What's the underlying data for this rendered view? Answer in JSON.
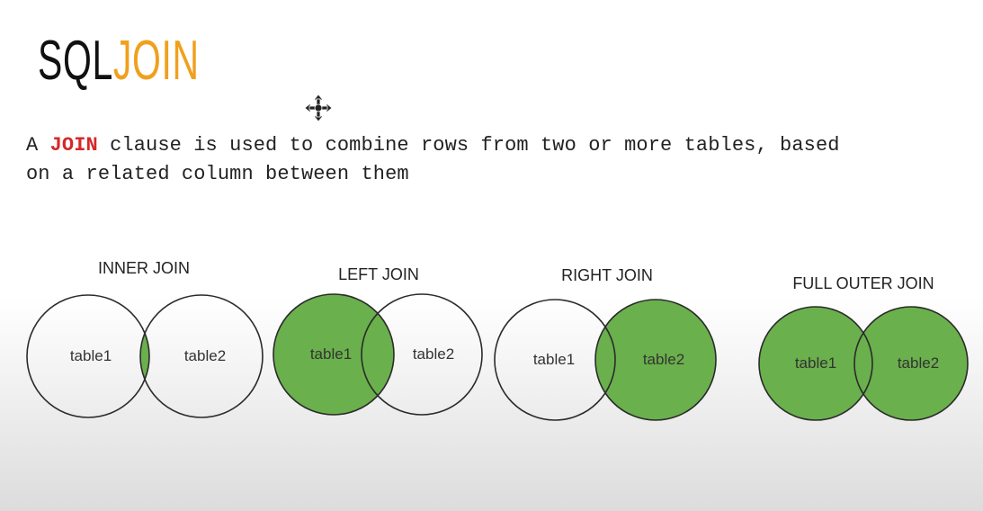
{
  "title": {
    "part1": "SQL",
    "part2": "JOIN"
  },
  "description": {
    "line1_prefix": "A ",
    "keyword": "JOIN",
    "line1_suffix": " clause is used to combine rows from two or more tables, based",
    "line2": "on a related column between them"
  },
  "diagrams": [
    {
      "label": "INNER JOIN",
      "left_table": "table1",
      "right_table": "table2",
      "highlight": "intersection"
    },
    {
      "label": "LEFT JOIN",
      "left_table": "table1",
      "right_table": "table2",
      "highlight": "left"
    },
    {
      "label": "RIGHT JOIN",
      "left_table": "table1",
      "right_table": "table2",
      "highlight": "right"
    },
    {
      "label": "FULL OUTER JOIN",
      "left_table": "table1",
      "right_table": "table2",
      "highlight": "both"
    }
  ],
  "colors": {
    "fill": "#6ab04c",
    "stroke": "#2b2b2b",
    "keyword": "#d62828",
    "title_accent": "#f0a01e"
  },
  "icons": {
    "cursor": "move-cursor-icon"
  }
}
